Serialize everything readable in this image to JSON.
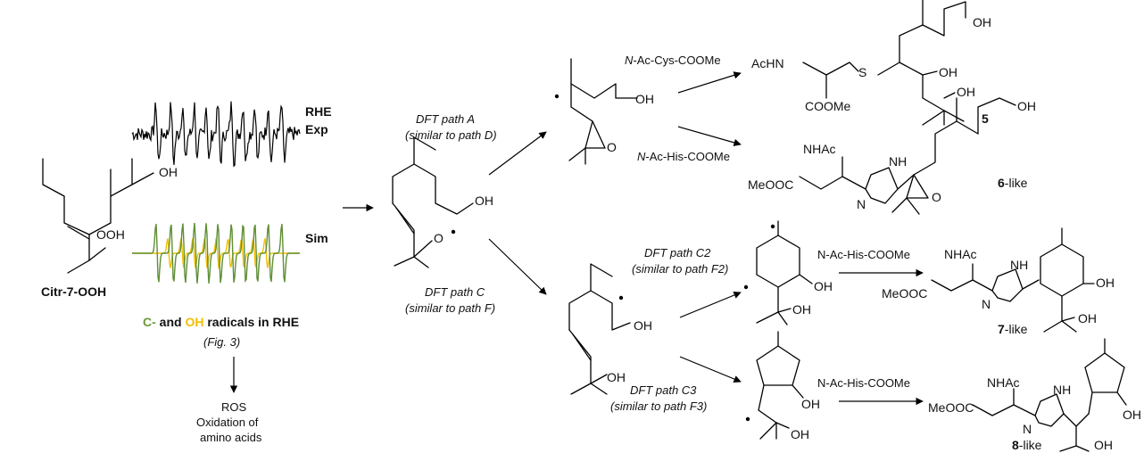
{
  "colors": {
    "c_radical": "#6a9a3a",
    "oh_radical": "#f0c000",
    "ink": "#000000"
  },
  "start": {
    "oh": "OH",
    "ooh": "OOH",
    "name": "Citr-7-OOH"
  },
  "spectra": {
    "exp_label_1": "RHE",
    "exp_label_2": "Exp",
    "sim_label": "Sim",
    "caption_c": "C-",
    "caption_and": " and ",
    "caption_oh": "OH",
    "caption_rest": " radicals in RHE",
    "fig_ref": "(Fig. 3)"
  },
  "ros": {
    "line1": "ROS",
    "line2": "Oxidation of",
    "line3": "amino acids"
  },
  "alkoxy": {
    "oh": "OH",
    "o": "O"
  },
  "path_a": {
    "line1": "DFT path A",
    "line2": "(similar to path D)",
    "oh": "OH",
    "o": "O"
  },
  "path_c": {
    "line1": "DFT path C",
    "line2": "(similar to path F)",
    "oh1": "OH",
    "oh2": "OH"
  },
  "product5": {
    "reagent_prefix": "N",
    "reagent_rest": "-Ac-Cys-COOMe",
    "achn": "AcHN",
    "coome": "COOMe",
    "s": "S",
    "oh1": "OH",
    "oh2": "OH",
    "oh3": "OH",
    "label": "5"
  },
  "product6": {
    "reagent_prefix": "N",
    "reagent_rest": "-Ac-His-COOMe",
    "nhac": "NHAc",
    "meooc": "MeOOC",
    "nh": "NH",
    "n": "N",
    "o": "O",
    "oh": "OH",
    "label_num": "6",
    "label_rest": "-like"
  },
  "path_c2": {
    "line1": "DFT path C2",
    "line2": "(similar to path F2)",
    "oh1": "OH",
    "oh2": "OH"
  },
  "product7": {
    "reagent": "N-Ac-His-COOMe",
    "nhac": "NHAc",
    "meooc": "MeOOC",
    "nh": "NH",
    "n": "N",
    "oh1": "OH",
    "oh2": "OH",
    "label_num": "7",
    "label_rest": "-like"
  },
  "path_c3": {
    "line1": "DFT path C3",
    "line2": "(similar to path F3)",
    "oh1": "OH",
    "oh2": "OH"
  },
  "product8": {
    "reagent": "N-Ac-His-COOMe",
    "nhac": "NHAc",
    "meooc": "MeOOC",
    "nh": "NH",
    "n": "N",
    "oh1": "OH",
    "oh2": "OH",
    "label_num": "8",
    "label_rest": "-like"
  }
}
